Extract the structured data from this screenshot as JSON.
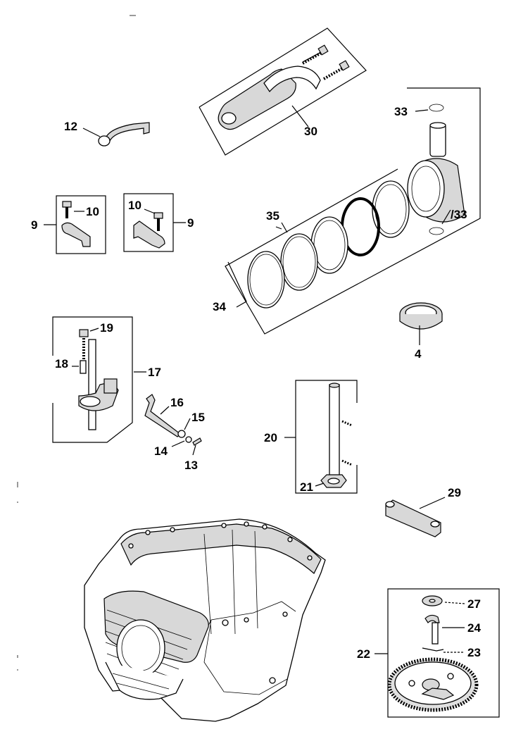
{
  "callouts": {
    "c30": "30",
    "c33a": "33",
    "c33b": "/33",
    "c35": "35",
    "c34": "34",
    "c4": "4",
    "c12": "12",
    "c10a": "10",
    "c9a": "9",
    "c10b": "10",
    "c9b": "9",
    "c19": "19",
    "c18": "18",
    "c17": "17",
    "c16": "16",
    "c15": "15",
    "c14": "14",
    "c13": "13",
    "c20": "20",
    "c21": "21",
    "c29": "29",
    "c27": "27",
    "c24": "24",
    "c23": "23",
    "c22": "22"
  }
}
